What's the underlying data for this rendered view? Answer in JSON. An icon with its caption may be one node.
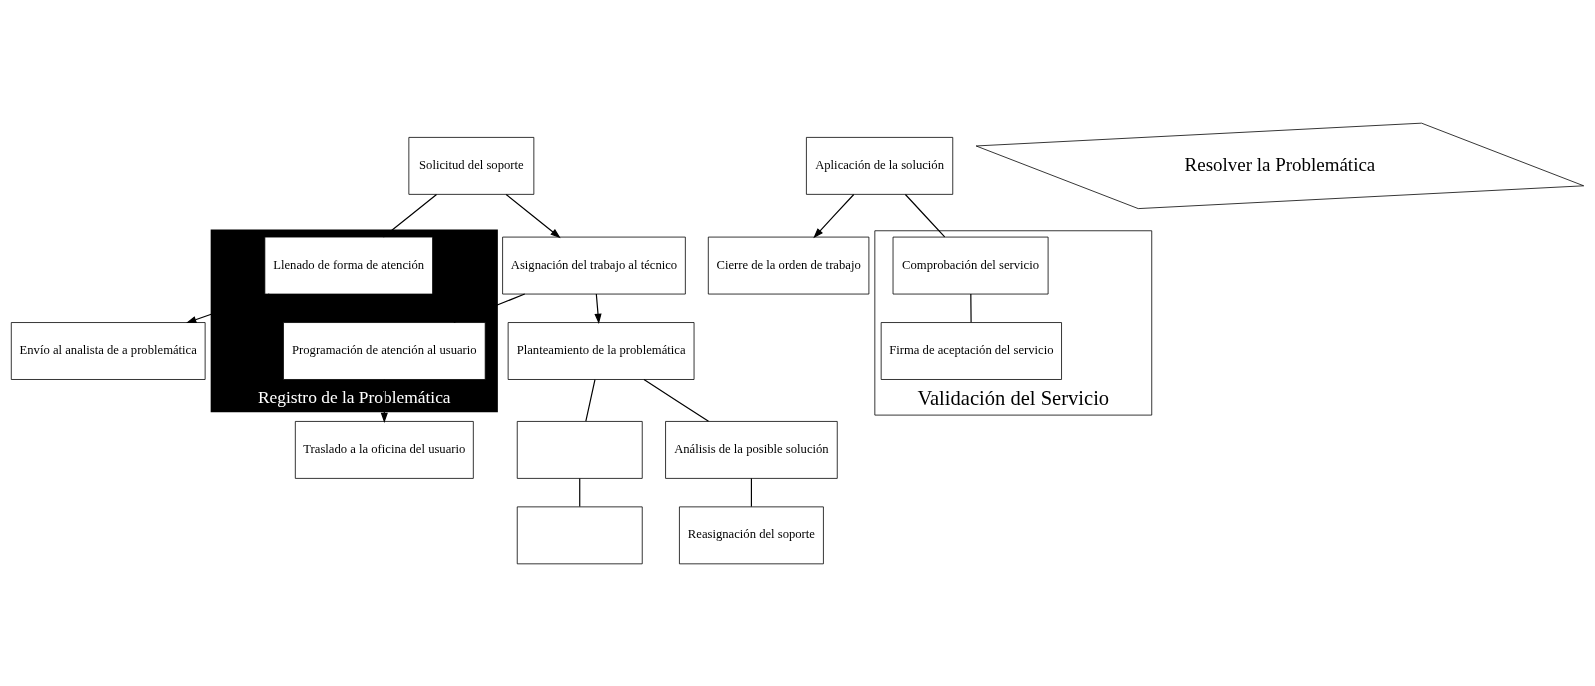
{
  "diagram": {
    "nodes": [
      {
        "text": [
          "Solicitud del soporte"
        ]
      },
      {
        "text": [
          "Asignación del trabajo al técnico"
        ]
      },
      {
        "text": [
          "Planteamiento de la problemática"
        ]
      },
      {
        "text": [],
        "shape": "box"
      },
      {
        "text": [
          "Aplicación de la solución"
        ]
      },
      {
        "text": [
          "Cierre de la orden de trabajo"
        ]
      },
      {
        "text": [
          "Registro de la Problemática"
        ]
      },
      {
        "text": [
          "Llenado de forma de atención"
        ],
        "in": 6
      },
      {
        "text": [
          "Programación de atención al usuario"
        ],
        "in": 6
      },
      {
        "text": [
          "Resolver la Problemática"
        ]
      },
      {
        "text": [
          "Análisis de la posible solución"
        ]
      },
      {
        "text": [
          "Validación del Servicio"
        ]
      },
      {
        "text": [
          "Comprobación del servicio"
        ],
        "in": 11
      },
      {
        "text": [
          "Firma de aceptación del servicio"
        ],
        "in": 11
      },
      {
        "text": [
          "Envío al analista de a problemática"
        ]
      },
      {
        "text": [
          "Traslado a la oficina del usuario"
        ]
      },
      {
        "text": [
          "Reasignación del soporte"
        ]
      },
      {
        "text": [],
        "shape": "box"
      }
    ],
    "edges": [
      {
        "from": 0,
        "to": 1,
        "arrow": "to"
      },
      {
        "from": 1,
        "to": 2,
        "arrow": "to"
      },
      {
        "from": 2,
        "to": 3,
        "arrow": "none"
      },
      {
        "from": 4,
        "to": 5,
        "arrow": "to"
      },
      {
        "from": 0,
        "to": 7,
        "arrow": "none"
      },
      {
        "from": 1,
        "to": 8,
        "arrow": "none"
      },
      {
        "from": 2,
        "to": 10,
        "arrow": "none"
      },
      {
        "from": 4,
        "to": 12,
        "arrow": "none"
      },
      {
        "from": 7,
        "to": 14,
        "arrow": "to"
      },
      {
        "from": 8,
        "to": 15,
        "arrow": "to"
      },
      {
        "from": 10,
        "to": 16,
        "arrow": "none"
      },
      {
        "from": 12,
        "to": 13,
        "arrow": "none"
      },
      {
        "from": 3,
        "to": 17,
        "arrow": "none"
      }
    ]
  }
}
